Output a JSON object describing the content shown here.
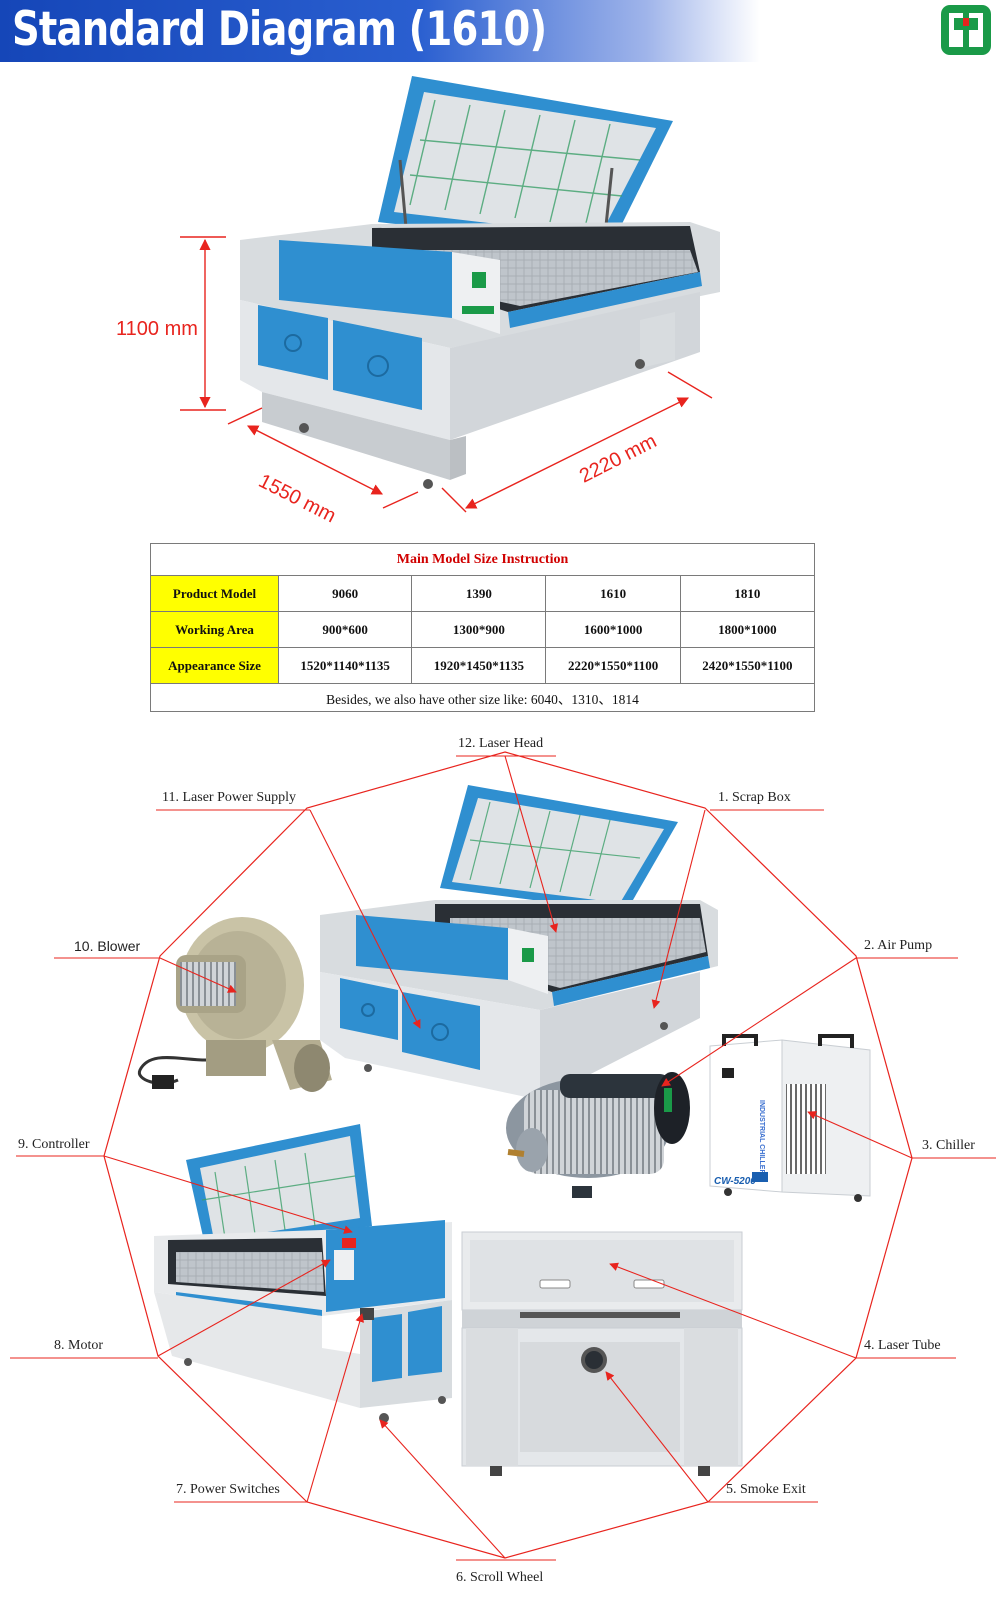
{
  "header": {
    "title": "Standard Diagram (1610)"
  },
  "dimensions": {
    "height": "1100 mm",
    "width": "1550 mm",
    "length": "2220 mm"
  },
  "spec_table": {
    "caption": "Main Model Size Instruction",
    "row_headers": [
      "Product Model",
      "Working Area",
      "Appearance Size"
    ],
    "columns": [
      {
        "model": "9060",
        "working_area": "900*600",
        "appearance": "1520*1140*1135"
      },
      {
        "model": "1390",
        "working_area": "1300*900",
        "appearance": "1920*1450*1135"
      },
      {
        "model": "1610",
        "working_area": "1600*1000",
        "appearance": "2220*1550*1100"
      },
      {
        "model": "1810",
        "working_area": "1800*1000",
        "appearance": "2420*1550*1100"
      }
    ],
    "footer": "Besides, we also have other size like: 6040、1310、1814"
  },
  "parts": [
    "1. Scrap Box",
    "2. Air Pump",
    "3. Chiller",
    "4. Laser Tube",
    "5. Smoke Exit",
    "6. Scroll Wheel",
    "7. Power Switches",
    "8. Motor",
    "9. Controller",
    "10. Blower",
    "11. Laser Power Supply",
    "12. Laser Head"
  ],
  "chiller_model": "CW-5200",
  "chiller_side_text": "INDUSTRIAL CHILLER",
  "colors": {
    "banner": "#1546b8",
    "machine_blue": "#2f8fd0",
    "accent_red": "#e8241e",
    "table_header": "#ffff00",
    "logo_green": "#1a9a48"
  }
}
